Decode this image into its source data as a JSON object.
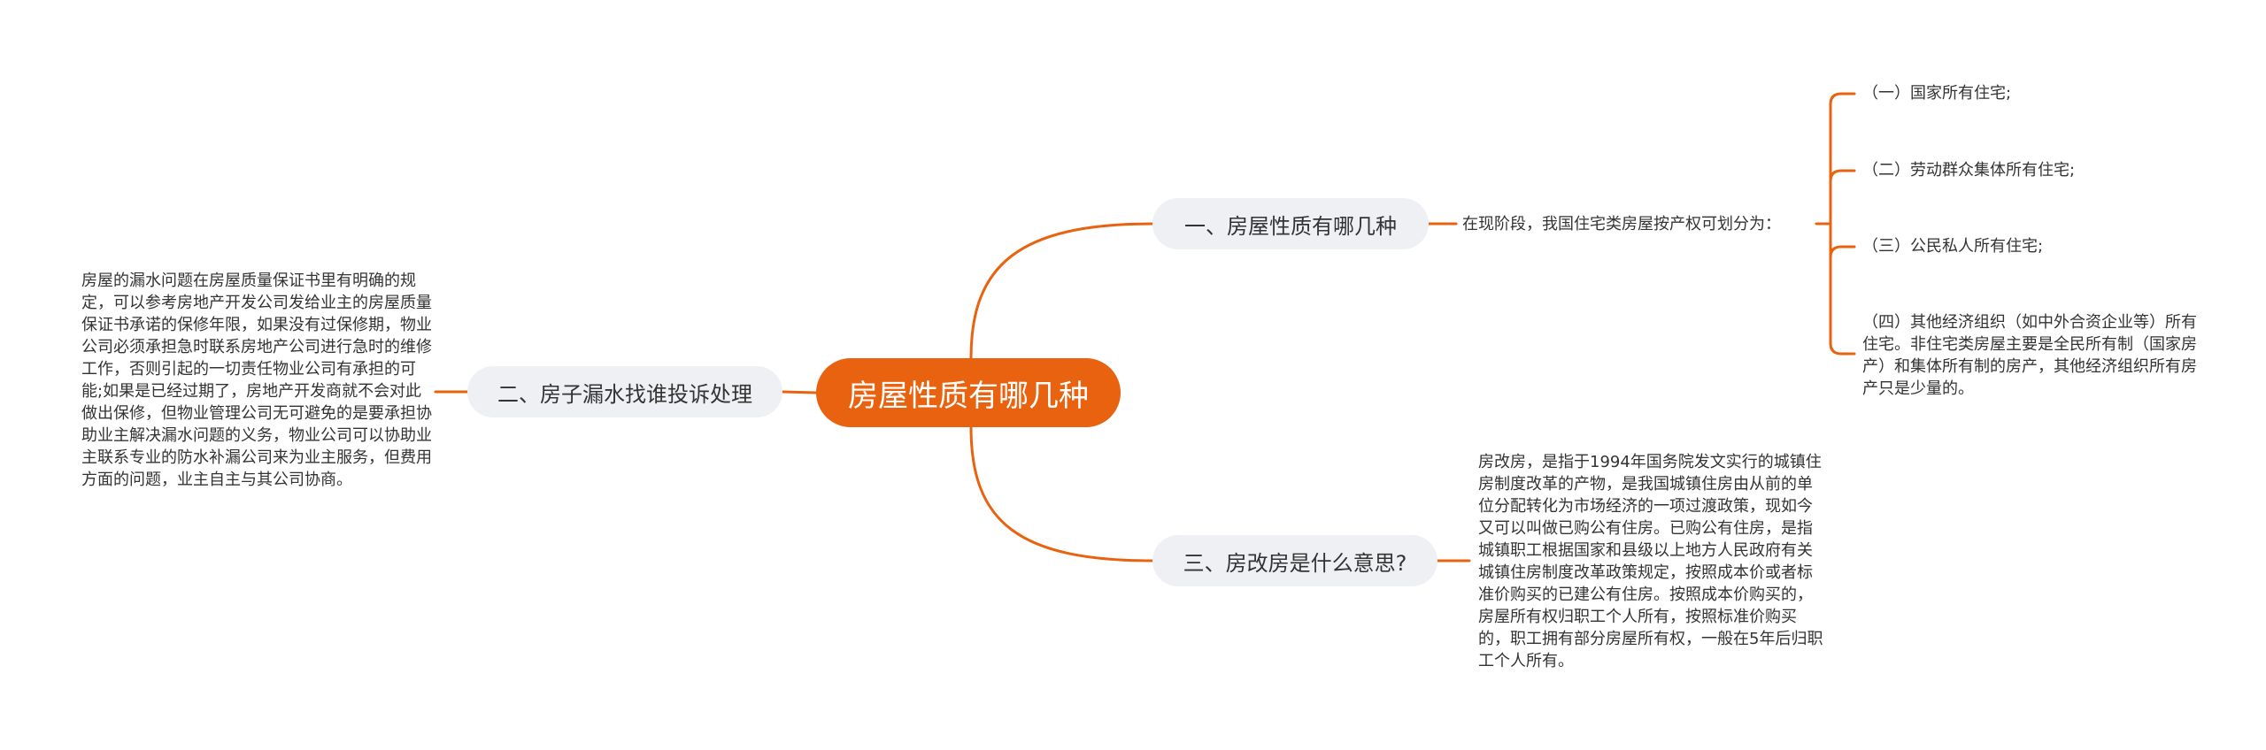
{
  "root": {
    "label": "房屋性质有哪几种"
  },
  "branches": [
    {
      "label": "一、房屋性质有哪几种"
    },
    {
      "label": "二、房子漏水找谁投诉处理"
    },
    {
      "label": "三、房改房是什么意思?"
    }
  ],
  "branch1": {
    "intro": "在现阶段，我国住宅类房屋按产权可划分为：",
    "items": [
      "（一）国家所有住宅;",
      "（二）劳动群众集体所有住宅;",
      "（三）公民私人所有住宅;",
      "（四）其他经济组织（如中外合资企业等）所有住宅。非住宅类房屋主要是全民所有制（国家房产）和集体所有制的房产，其他经济组织所有房产只是少量的。"
    ]
  },
  "branch2": {
    "text": "房屋的漏水问题在房屋质量保证书里有明确的规定，可以参考房地产开发公司发给业主的房屋质量保证书承诺的保修年限，如果没有过保修期，物业公司必须承担急时联系房地产公司进行急时的维修工作，否则引起的一切责任物业公司有承担的可能;如果是已经过期了，房地产开发商就不会对此做出保修，但物业管理公司无可避免的是要承担协助业主解决漏水问题的义务，物业公司可以协助业主联系专业的防水补漏公司来为业主服务，但费用方面的问题，业主自主与其公司协商。"
  },
  "branch3": {
    "text": "房改房，是指于1994年国务院发文实行的城镇住房制度改革的产物，是我国城镇住房由从前的单位分配转化为市场经济的一项过渡政策，现如今又可以叫做已购公有住房。已购公有住房，是指城镇职工根据国家和县级以上地方人民政府有关城镇住房制度改革政策规定，按照成本价或者标准价购买的已建公有住房。按照成本价购买的，房屋所有权归职工个人所有，按照标准价购买的，职工拥有部分房屋所有权，一般在5年后归职工个人所有。"
  },
  "colors": {
    "accent": "#e8620f",
    "branch_bg": "#eef0f3",
    "text": "#333333"
  }
}
